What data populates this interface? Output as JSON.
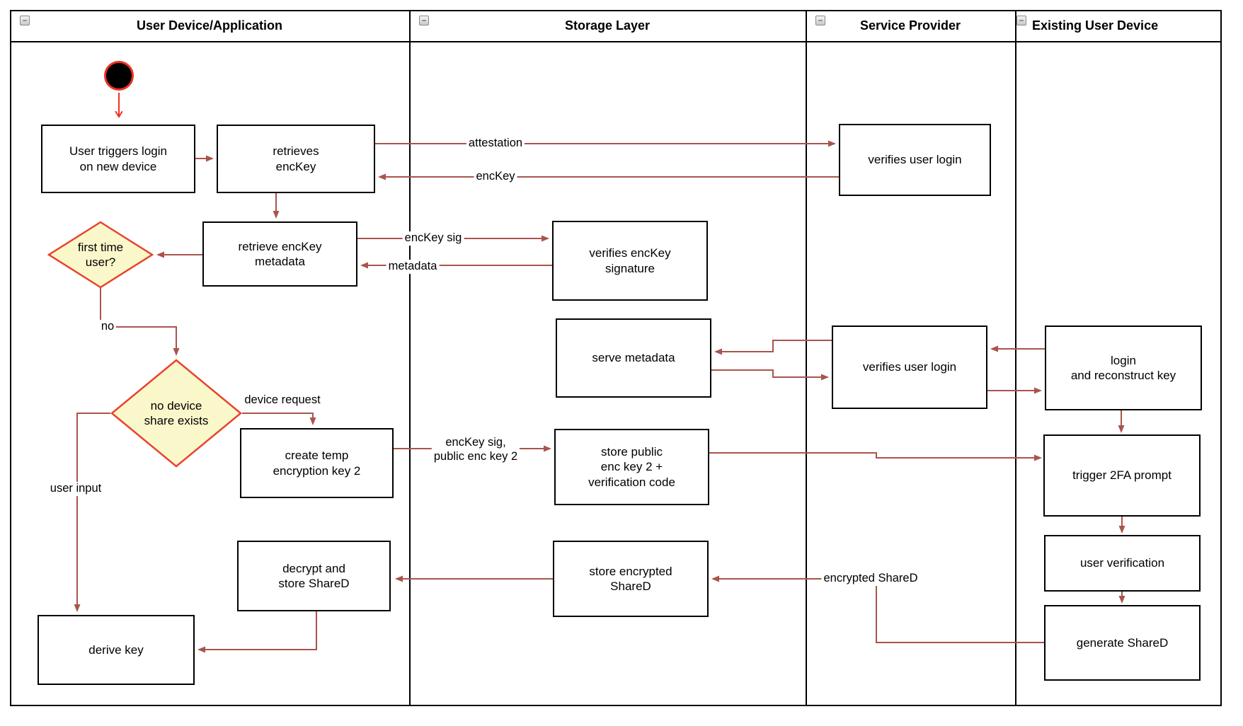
{
  "diagram": {
    "lanes": [
      {
        "title": "User Device/Application"
      },
      {
        "title": "Storage Layer"
      },
      {
        "title": "Service Provider"
      },
      {
        "title": "Existing User Device"
      }
    ],
    "collapse_glyph": "−",
    "nodes": {
      "user_triggers": {
        "label": "User triggers login\non new device"
      },
      "retrieves_enckey": {
        "label": "retrieves\nencKey"
      },
      "retrieve_metadata": {
        "label": "retrieve encKey\nmetadata"
      },
      "create_temp": {
        "label": "create temp\nencryption key 2"
      },
      "decrypt_store": {
        "label": "decrypt and\nstore ShareD"
      },
      "derive_key": {
        "label": "derive key"
      },
      "verifies_signature": {
        "label": "verifies encKey\nsignature"
      },
      "serve_metadata": {
        "label": "serve metadata"
      },
      "store_public": {
        "label": "store public\nenc key 2 +\nverification code"
      },
      "store_encrypted": {
        "label": "store encrypted\nShareD"
      },
      "verifies_login_top": {
        "label": "verifies user login"
      },
      "verifies_login_mid": {
        "label": "verifies user login"
      },
      "login_reconstruct": {
        "label": "login\nand reconstruct key"
      },
      "trigger_2fa": {
        "label": "trigger 2FA prompt"
      },
      "user_verification": {
        "label": "user verification"
      },
      "generate_shared": {
        "label": "generate ShareD"
      }
    },
    "decisions": {
      "first_time": {
        "label": "first time\nuser?"
      },
      "no_share": {
        "label": "no device\nshare exists"
      }
    },
    "edge_labels": {
      "attestation": "attestation",
      "enckey": "encKey",
      "enckey_sig": "encKey sig",
      "metadata": "metadata",
      "no": "no",
      "device_request": "device request",
      "user_input": "user input",
      "enckey_sig_public": "encKey sig,\npublic enc key 2",
      "encrypted_shared": "encrypted ShareD"
    },
    "colors": {
      "edge": "#A9544D",
      "start_ring": "#EE3223",
      "start_fill": "#000000",
      "decision_fill": "#FAF8CB",
      "decision_border": "#E8432D"
    }
  }
}
